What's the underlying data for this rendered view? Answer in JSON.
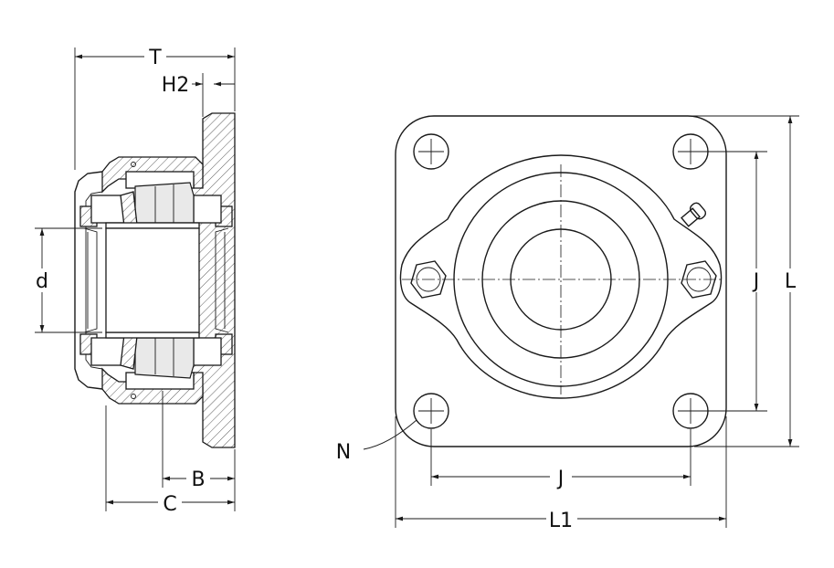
{
  "labels": {
    "T": "T",
    "H2": "H2",
    "d": "d",
    "B": "B",
    "C": "C",
    "N": "N",
    "J_vertical": "J",
    "L": "L",
    "J_horizontal": "J",
    "L1": "L1"
  }
}
